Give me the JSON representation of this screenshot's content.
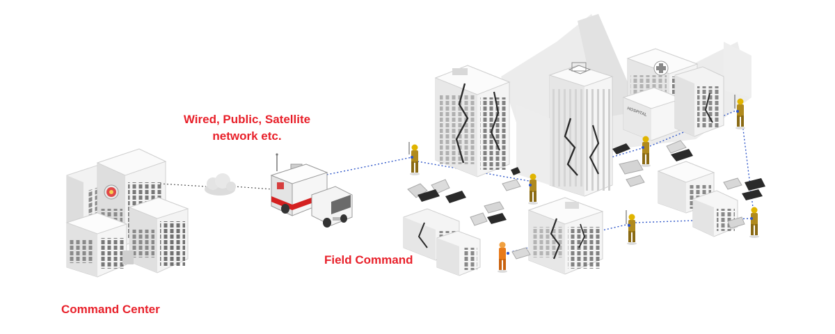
{
  "labels": {
    "network_line1": "Wired, Public, Satellite",
    "network_line2": "network etc.",
    "field_command": "Field Command",
    "command_center": "Command Center"
  },
  "building_signs": {
    "hospital": "HOSPITAL"
  },
  "colors": {
    "label_red": "#e8202a",
    "link_blue": "#2d55c8",
    "link_gray": "#555555",
    "building_light": "#f3f3f3",
    "building_side": "#dcdcdc",
    "building_dark": "#c4c4c4",
    "window_dark": "#555555",
    "crack": "#2a2a2a",
    "firefighter_suit": "#b08a1e",
    "firefighter_helmet": "#e0b400",
    "worker_orange": "#e87a1a",
    "ambulance_red": "#d42020"
  },
  "icons": {
    "cloud": "cloud-icon",
    "vehicle": "command-vehicle-icon",
    "person": "firefighter-icon",
    "government": "emblem-icon",
    "hospital": "medical-cross-icon"
  }
}
